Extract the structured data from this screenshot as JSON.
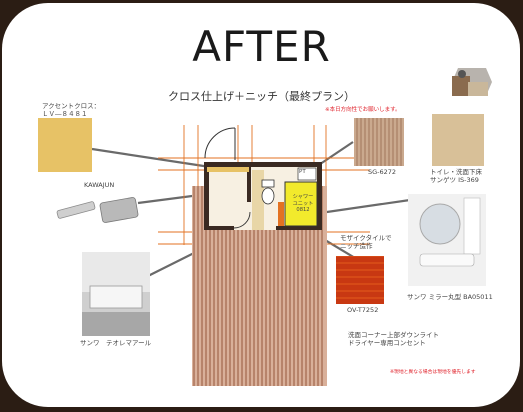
{
  "title": "AFTER",
  "subtitle": "クロス仕上げ＋ニッチ（最終プラン）",
  "labels": {
    "accent_cross_1": "アクセントクロス：",
    "accent_cross_2": "ＬＶ―８４８１",
    "kawajun": "KAWAJUN",
    "sangetsu_sg": "SG-6272",
    "note_sample": "※本日方向性でお願いします。",
    "toilet_floor_1": "トイレ・洗面下床",
    "toilet_floor_2": "サンゲツ IS-369",
    "shower_unit_1": "シャワー",
    "shower_unit_2": "ユニット",
    "shower_unit_3": "0812",
    "pt": "PT",
    "mosaic_1": "モザイクタイルで",
    "mosaic_2": "ニッチ造作",
    "mosaic_code": "OV-T7252",
    "mirror": "サンワ ミラー丸型 BA05011",
    "sanwa_basin": "サンワ　テオレマアール",
    "wash_corner_1": "洗面コーナー上部ダウンライト",
    "wash_corner_2": "ドライヤー専用コンセント",
    "note_site": "※現地と異なる場合は現地を優先します"
  },
  "colors": {
    "background": "#2b1d14",
    "card": "#ffffff",
    "accent_orange": "#e37222",
    "note_red": "#e0222b",
    "accent_cross": "#e7c266",
    "wall_dark": "#3a2a22",
    "shower_yellow": "#f2ea2c",
    "floor_stripes": "#a0664b"
  }
}
